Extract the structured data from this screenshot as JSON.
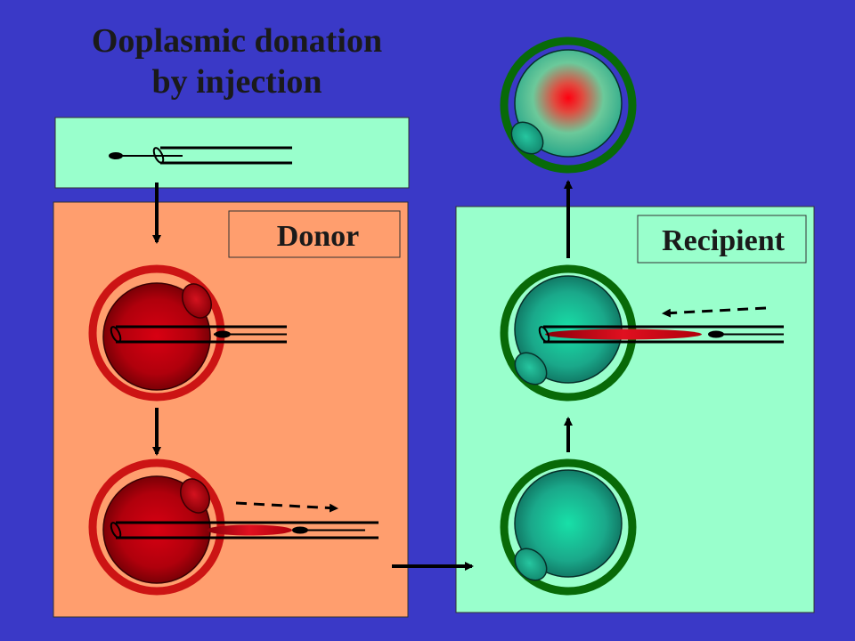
{
  "slide": {
    "title_line1": "Ooplasmic donation",
    "title_line2": "by injection",
    "donor_label": "Donor",
    "recipient_label": "Recipient"
  },
  "colors": {
    "background": "#3a39c7",
    "donor_panel": "#ff9e6e",
    "recipient_panel": "#99ffcc",
    "donor_zona": "#cc1414",
    "donor_cytoplasm": "#b3000a",
    "recipient_zona": "#086a08",
    "recipient_cytoplasm": "#1fa88a",
    "title": "#1a1a1a"
  },
  "icons": [
    "injection-pipette-icon",
    "donor-oocyte-icon",
    "recipient-oocyte-icon",
    "polar-body-icon",
    "transfer-arrow-icon"
  ]
}
